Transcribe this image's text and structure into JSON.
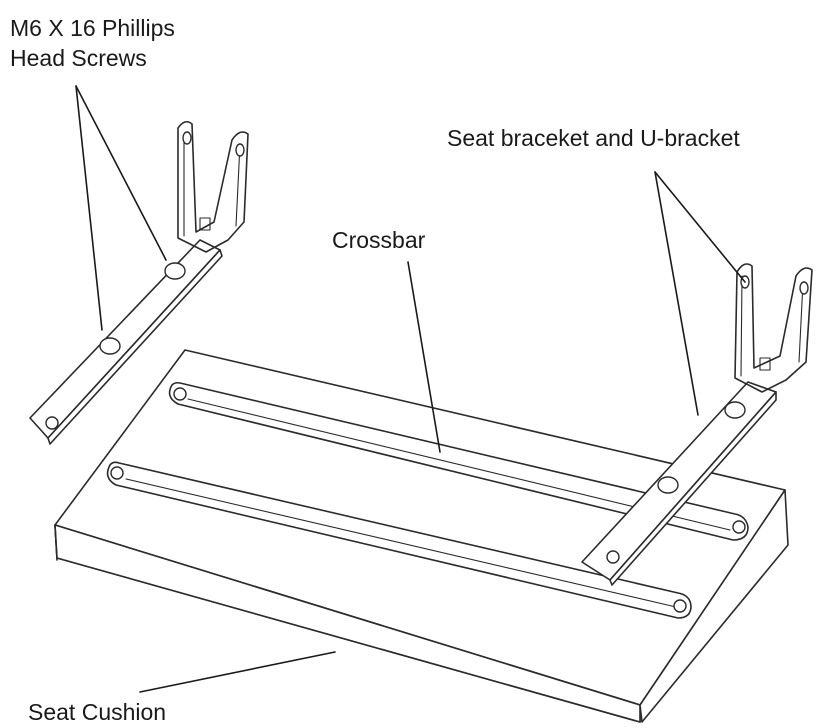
{
  "labels": {
    "screws_line1": "M6 X 16 Phillips",
    "screws_line2": "Head Screws",
    "bracket": "Seat braceket and U-bracket",
    "crossbar": "Crossbar",
    "cushion": "Seat Cushion"
  }
}
